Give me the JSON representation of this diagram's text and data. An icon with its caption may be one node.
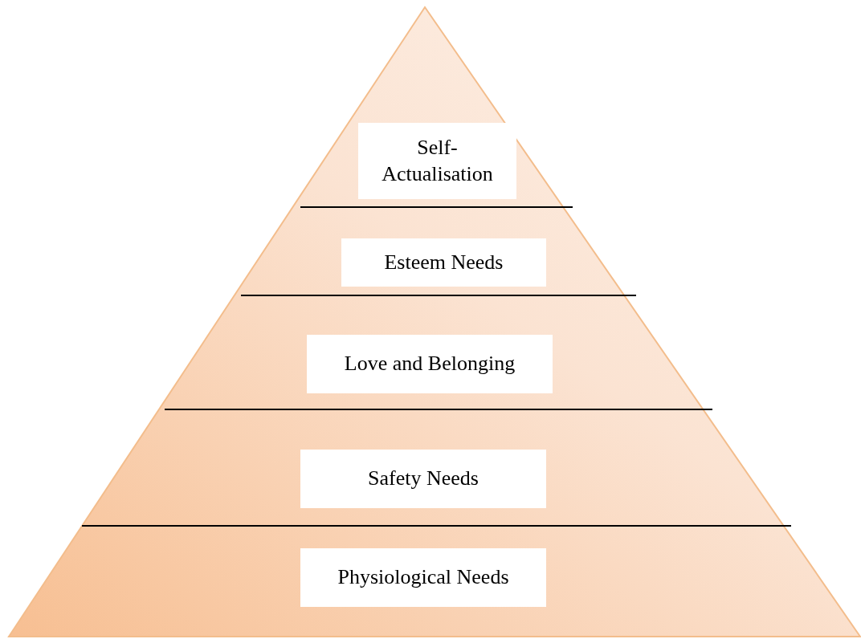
{
  "diagram": {
    "nodes": [
      {
        "text": [],
        "shape": "triangle"
      },
      {
        "text": [
          "Self-Actualisation"
        ],
        "in": 0
      },
      {
        "text": [
          "Esteem Needs"
        ],
        "in": 0
      },
      {
        "text": [
          "Love and Belonging"
        ],
        "in": 0
      },
      {
        "text": [
          "Safety Needs"
        ],
        "in": 0
      },
      {
        "text": [
          "Physiological Needs"
        ],
        "in": 0
      }
    ]
  }
}
